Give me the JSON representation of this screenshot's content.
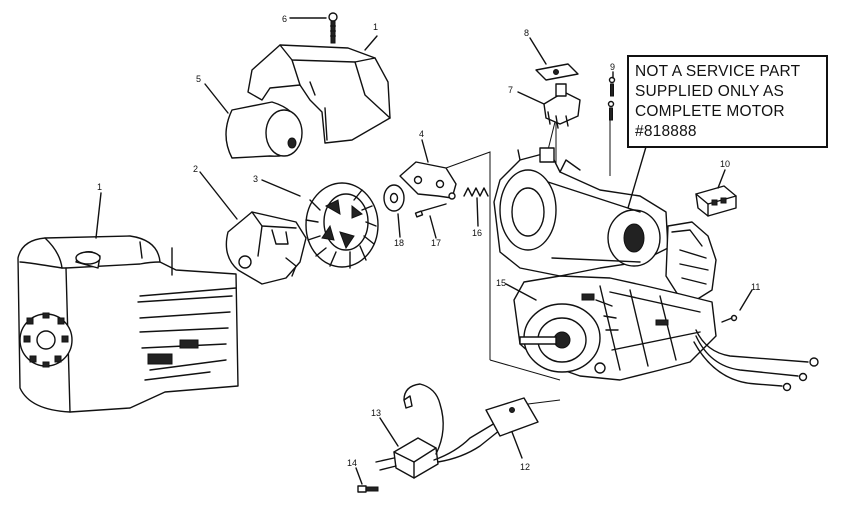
{
  "note": {
    "lines": [
      "NOT A SERVICE PART",
      "SUPPLIED ONLY AS",
      "COMPLETE MOTOR",
      "#818888"
    ]
  },
  "callouts": {
    "c1a": "1",
    "c1b": "1",
    "c2": "2",
    "c3": "3",
    "c4": "4",
    "c5": "5",
    "c6": "6",
    "c7": "7",
    "c8": "8",
    "c9": "9",
    "c10": "10",
    "c11": "11",
    "c12": "12",
    "c13": "13",
    "c14": "14",
    "c15": "15",
    "c16": "16",
    "c17": "17",
    "c18": "18"
  }
}
